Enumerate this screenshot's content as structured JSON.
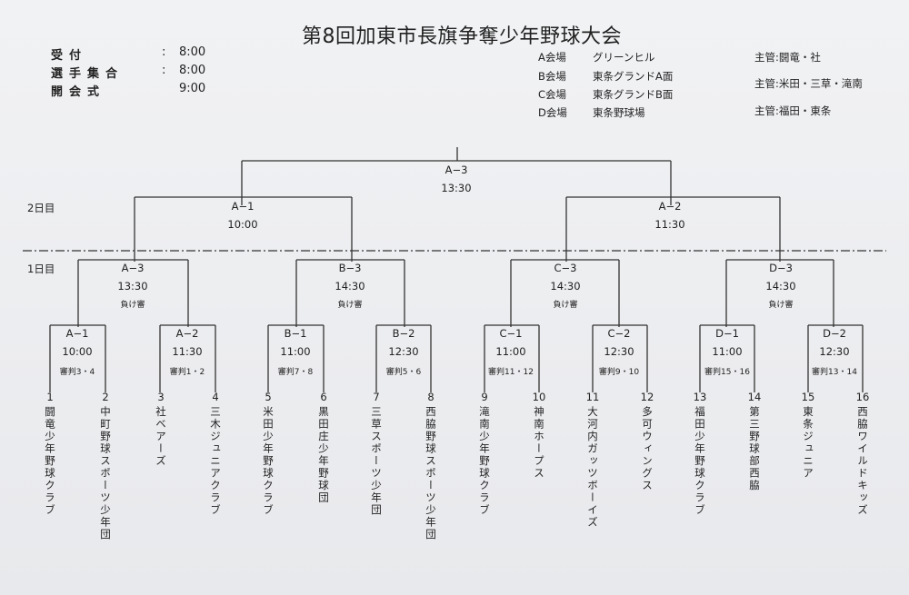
{
  "title": "第8回加東市長旗争奪少年野球大会",
  "schedule": [
    {
      "label": "受付",
      "sep": ":",
      "time": "8:00"
    },
    {
      "label": "選手集合",
      "sep": ":",
      "time": "8:00"
    },
    {
      "label": "開会式",
      "sep": "",
      "time": "9:00"
    }
  ],
  "venues": [
    {
      "code": "A会場",
      "name": "グリーンヒル"
    },
    {
      "code": "B会場",
      "name": "東条グランドA面"
    },
    {
      "code": "C会場",
      "name": "東条グランドB面"
    },
    {
      "code": "D会場",
      "name": "東条野球場"
    }
  ],
  "organizers": [
    "主管:闘竜・社",
    "主管:米田・三草・滝南",
    "主管:福田・東条"
  ],
  "day_labels": {
    "day2": "2日目",
    "day1": "1日目"
  },
  "final": {
    "label": "A−3",
    "time": "13:30"
  },
  "semis": [
    {
      "label": "A−1",
      "time": "10:00"
    },
    {
      "label": "A−2",
      "time": "11:30"
    }
  ],
  "quarters": [
    {
      "label": "A−3",
      "time": "13:30",
      "note": "負け審"
    },
    {
      "label": "B−3",
      "time": "14:30",
      "note": "負け審"
    },
    {
      "label": "C−3",
      "time": "14:30",
      "note": "負け審"
    },
    {
      "label": "D−3",
      "time": "14:30",
      "note": "負け審"
    }
  ],
  "first_round": [
    {
      "label": "A−1",
      "time": "10:00",
      "note": "審判3・4"
    },
    {
      "label": "A−2",
      "time": "11:30",
      "note": "審判1・2"
    },
    {
      "label": "B−1",
      "time": "11:00",
      "note": "審判7・8"
    },
    {
      "label": "B−2",
      "time": "12:30",
      "note": "審判5・6"
    },
    {
      "label": "C−1",
      "time": "11:00",
      "note": "審判11・12"
    },
    {
      "label": "C−2",
      "time": "12:30",
      "note": "審判9・10"
    },
    {
      "label": "D−1",
      "time": "11:00",
      "note": "審判15・16"
    },
    {
      "label": "D−2",
      "time": "12:30",
      "note": "審判13・14"
    }
  ],
  "teams": [
    {
      "num": "1",
      "name": "闘竜少年野球クラブ"
    },
    {
      "num": "2",
      "name": "中町野球スポーツ少年団"
    },
    {
      "num": "3",
      "name": "社ベアーズ"
    },
    {
      "num": "4",
      "name": "三木ジュニアクラブ"
    },
    {
      "num": "5",
      "name": "米田少年野球クラブ"
    },
    {
      "num": "6",
      "name": "黒田庄少年野球団"
    },
    {
      "num": "7",
      "name": "三草スポーツ少年団"
    },
    {
      "num": "8",
      "name": "西脇野球スポーツ少年団"
    },
    {
      "num": "9",
      "name": "滝南少年野球クラブ"
    },
    {
      "num": "10",
      "name": "神南ホープス"
    },
    {
      "num": "11",
      "name": "大河内ガッツボーイズ"
    },
    {
      "num": "12",
      "name": "多可ウィングス"
    },
    {
      "num": "13",
      "name": "福田少年野球クラブ"
    },
    {
      "num": "14",
      "name": "第三野球部西脇"
    },
    {
      "num": "15",
      "name": "東条ジュニア"
    },
    {
      "num": "16",
      "name": "西脇ワイルドキッズ"
    }
  ]
}
